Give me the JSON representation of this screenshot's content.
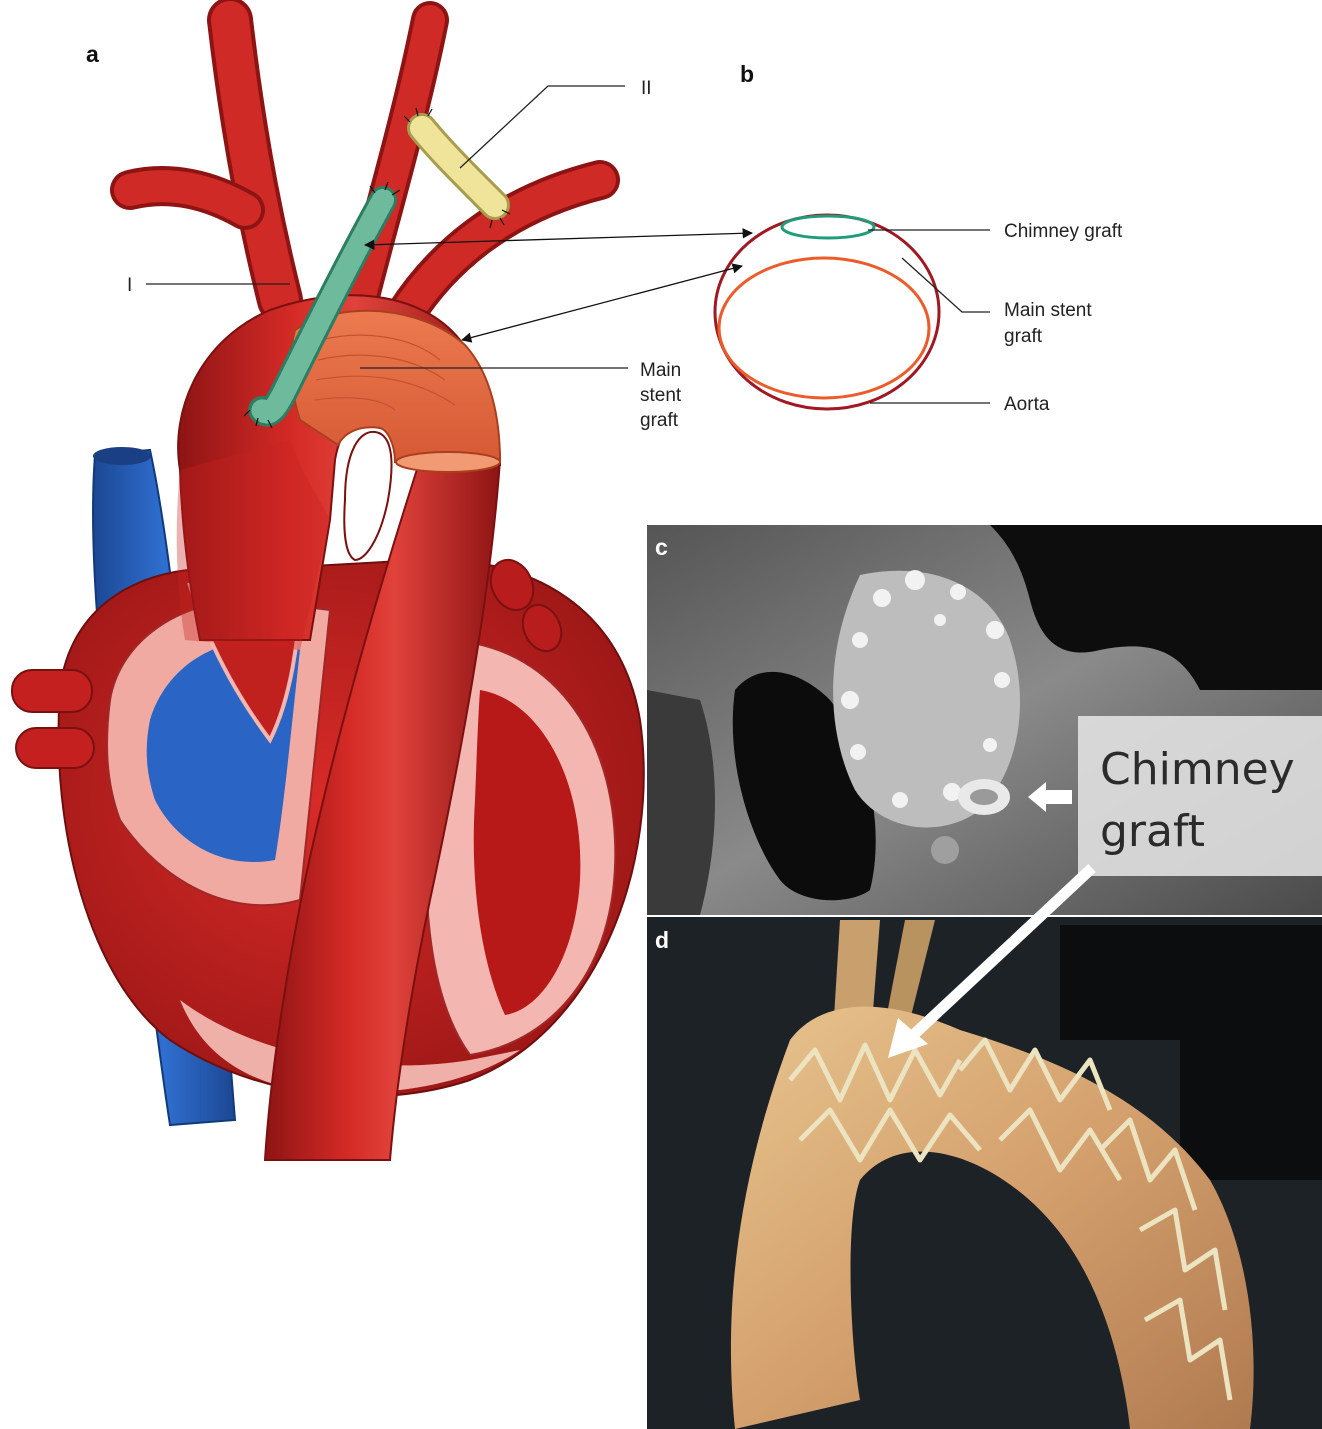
{
  "panels": {
    "a": {
      "letter": "a",
      "labels": {
        "graft_one": "I",
        "graft_two": "II",
        "main_stent_graft": [
          "Main",
          "stent",
          "graft"
        ]
      }
    },
    "b": {
      "letter": "b",
      "labels": {
        "chimney_graft": "Chimney graft",
        "main_stent_graft": [
          "Main stent",
          "graft"
        ],
        "aorta": "Aorta"
      }
    },
    "c": {
      "letter": "c",
      "callout": [
        "Chimney",
        "graft"
      ]
    },
    "d": {
      "letter": "d"
    }
  },
  "colors": {
    "aorta_red": "#c4201f",
    "aorta_dark": "#8e1414",
    "vein_blue": "#2a64c4",
    "main_stent_graft": "#e2653e",
    "chimney_graft_green": "#6dbb9c",
    "bypass_graft_yellow": "#efe49a",
    "heart_pink": "#f3b6b0",
    "ring_aorta": "#a01822",
    "ring_stent": "#ec5b2a",
    "ring_chimney": "#1f9d7a"
  }
}
